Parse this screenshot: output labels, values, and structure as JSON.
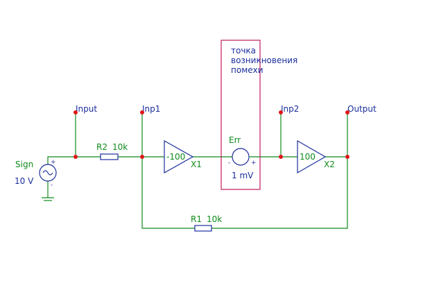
{
  "colors": {
    "wire": "#0f8a1a",
    "component": "#1a2d9c",
    "node": "#e0161a",
    "highlight_box": "#c2185b"
  },
  "probes": {
    "input": "Input",
    "inp1": "Inp1",
    "inp2": "Inp2",
    "output": "Output"
  },
  "source": {
    "name": "Sign",
    "value": "10 V",
    "plus": "+",
    "minus": "-"
  },
  "r2": {
    "name": "R2",
    "value": "10k"
  },
  "r1": {
    "name": "R1",
    "value": "10k"
  },
  "x1": {
    "gain": "-100",
    "name": "X1"
  },
  "x2": {
    "gain": "100",
    "name": "X2"
  },
  "err": {
    "name": "Err",
    "value": "1 mV",
    "minus": "-",
    "plus": "+"
  },
  "annotation": {
    "line1": "точка",
    "line2": "возникновения",
    "line3": "помехи"
  }
}
